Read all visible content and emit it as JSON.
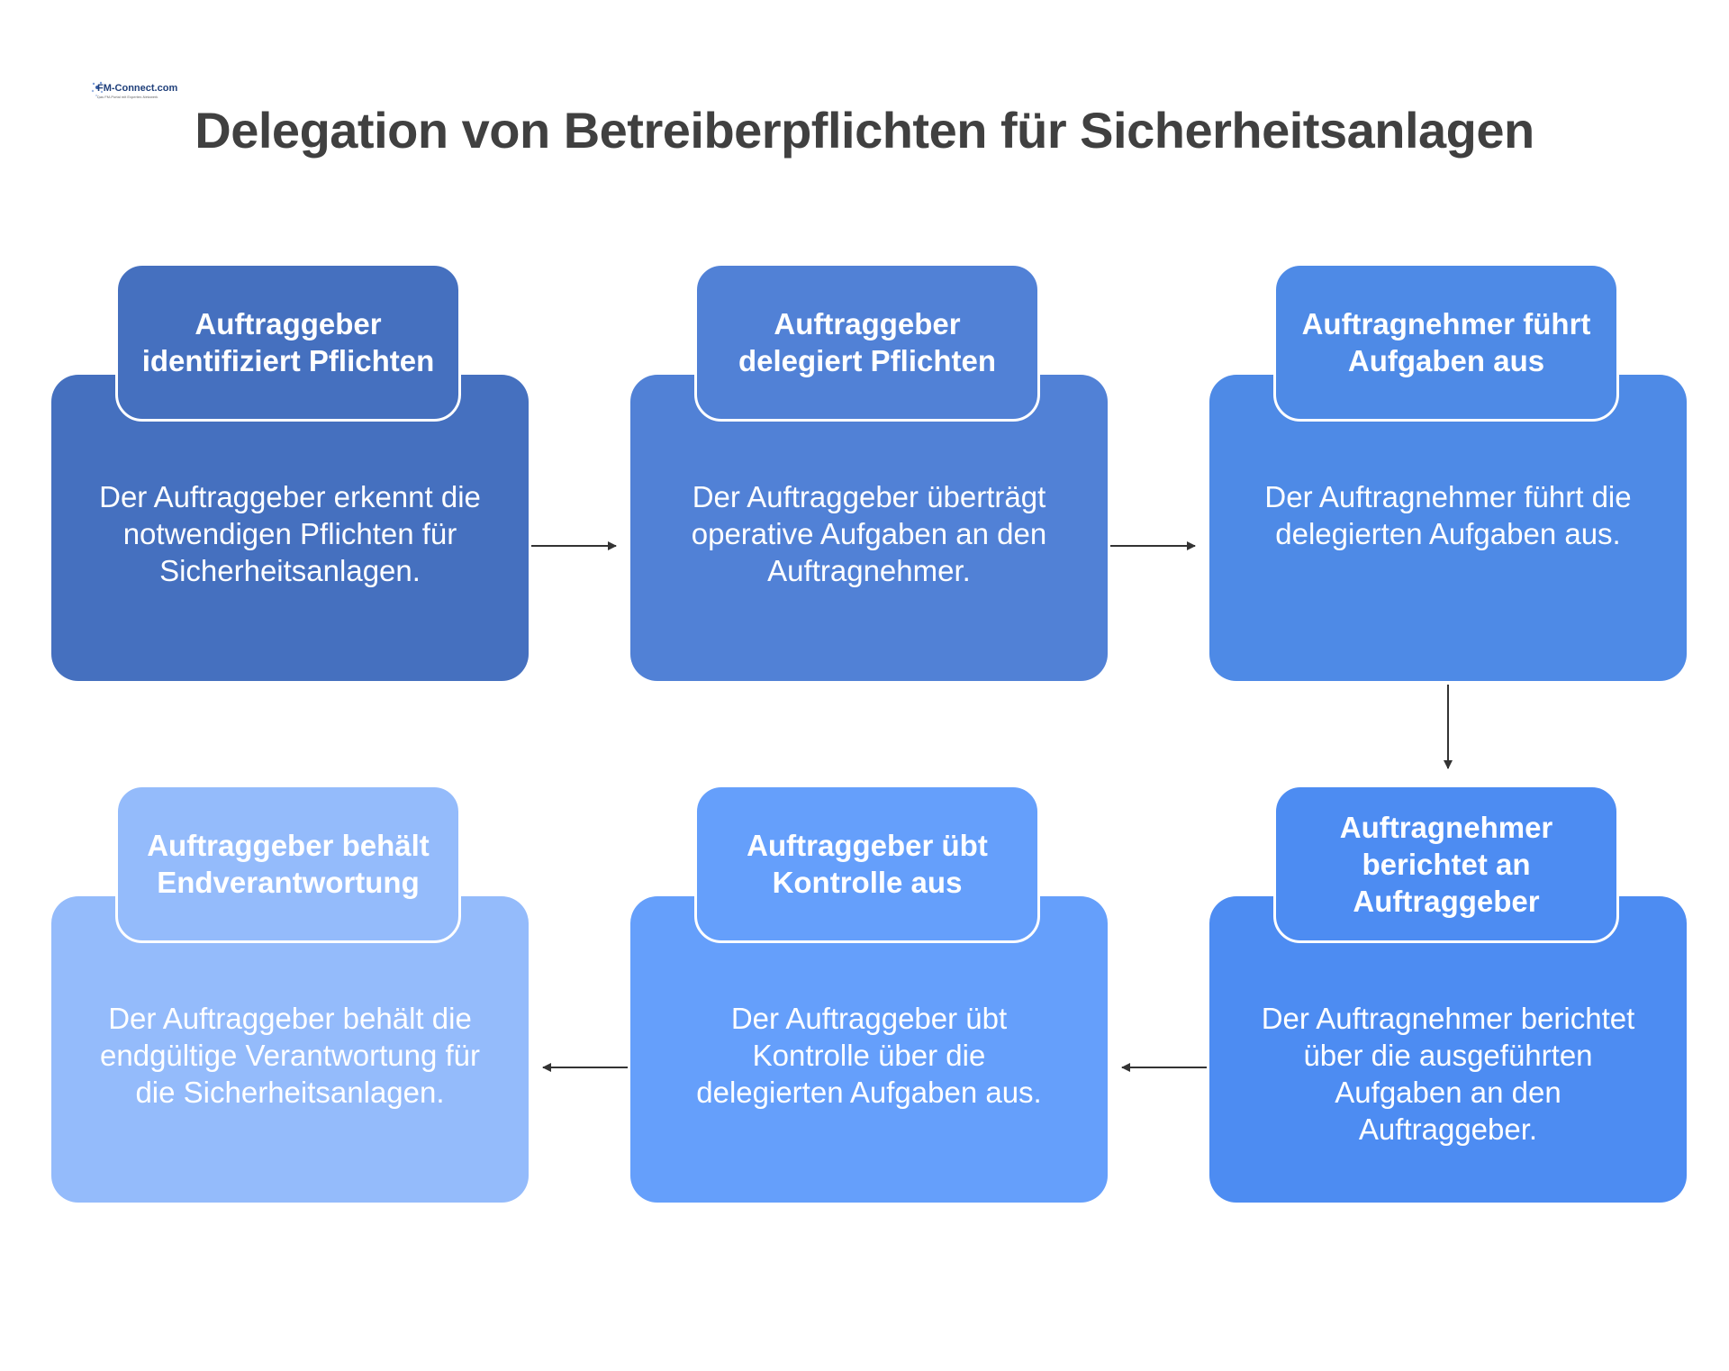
{
  "logo": {
    "text": "FM-Connect.com",
    "subtext": "Das FM-Portal mit Experten-Netzwerk"
  },
  "title": "Delegation von Betreiberpflichten für Sicherheitsanlagen",
  "colors": {
    "step1": "#4570bf",
    "step2": "#5181d6",
    "step3": "#4e8ae6",
    "step4": "#4d8cf2",
    "step5": "#659ffb",
    "step6": "#94bbfb",
    "arrow": "#333333"
  },
  "steps": [
    {
      "title": "Auftraggeber identifiziert Pflichten",
      "text": "Der Auftraggeber erkennt die notwendigen Pflichten für Sicherheitsanlagen."
    },
    {
      "title": "Auftraggeber delegiert Pflichten",
      "text": "Der Auftraggeber überträgt operative Aufgaben an den Auftragnehmer."
    },
    {
      "title": "Auftragnehmer führt Aufgaben aus",
      "text": "Der Auftragnehmer führt die delegierten Aufgaben aus."
    },
    {
      "title": "Auftragnehmer berichtet an Auftraggeber",
      "text": "Der Auftragnehmer berichtet über die ausgeführten Aufgaben an den Auftraggeber."
    },
    {
      "title": "Auftraggeber übt Kontrolle aus",
      "text": "Der Auftraggeber übt Kontrolle über die delegierten Aufgaben aus."
    },
    {
      "title": "Auftraggeber behält Endverantwortung",
      "text": "Der Auftraggeber behält die endgültige Verantwortung für die Sicherheitsanlagen."
    }
  ]
}
